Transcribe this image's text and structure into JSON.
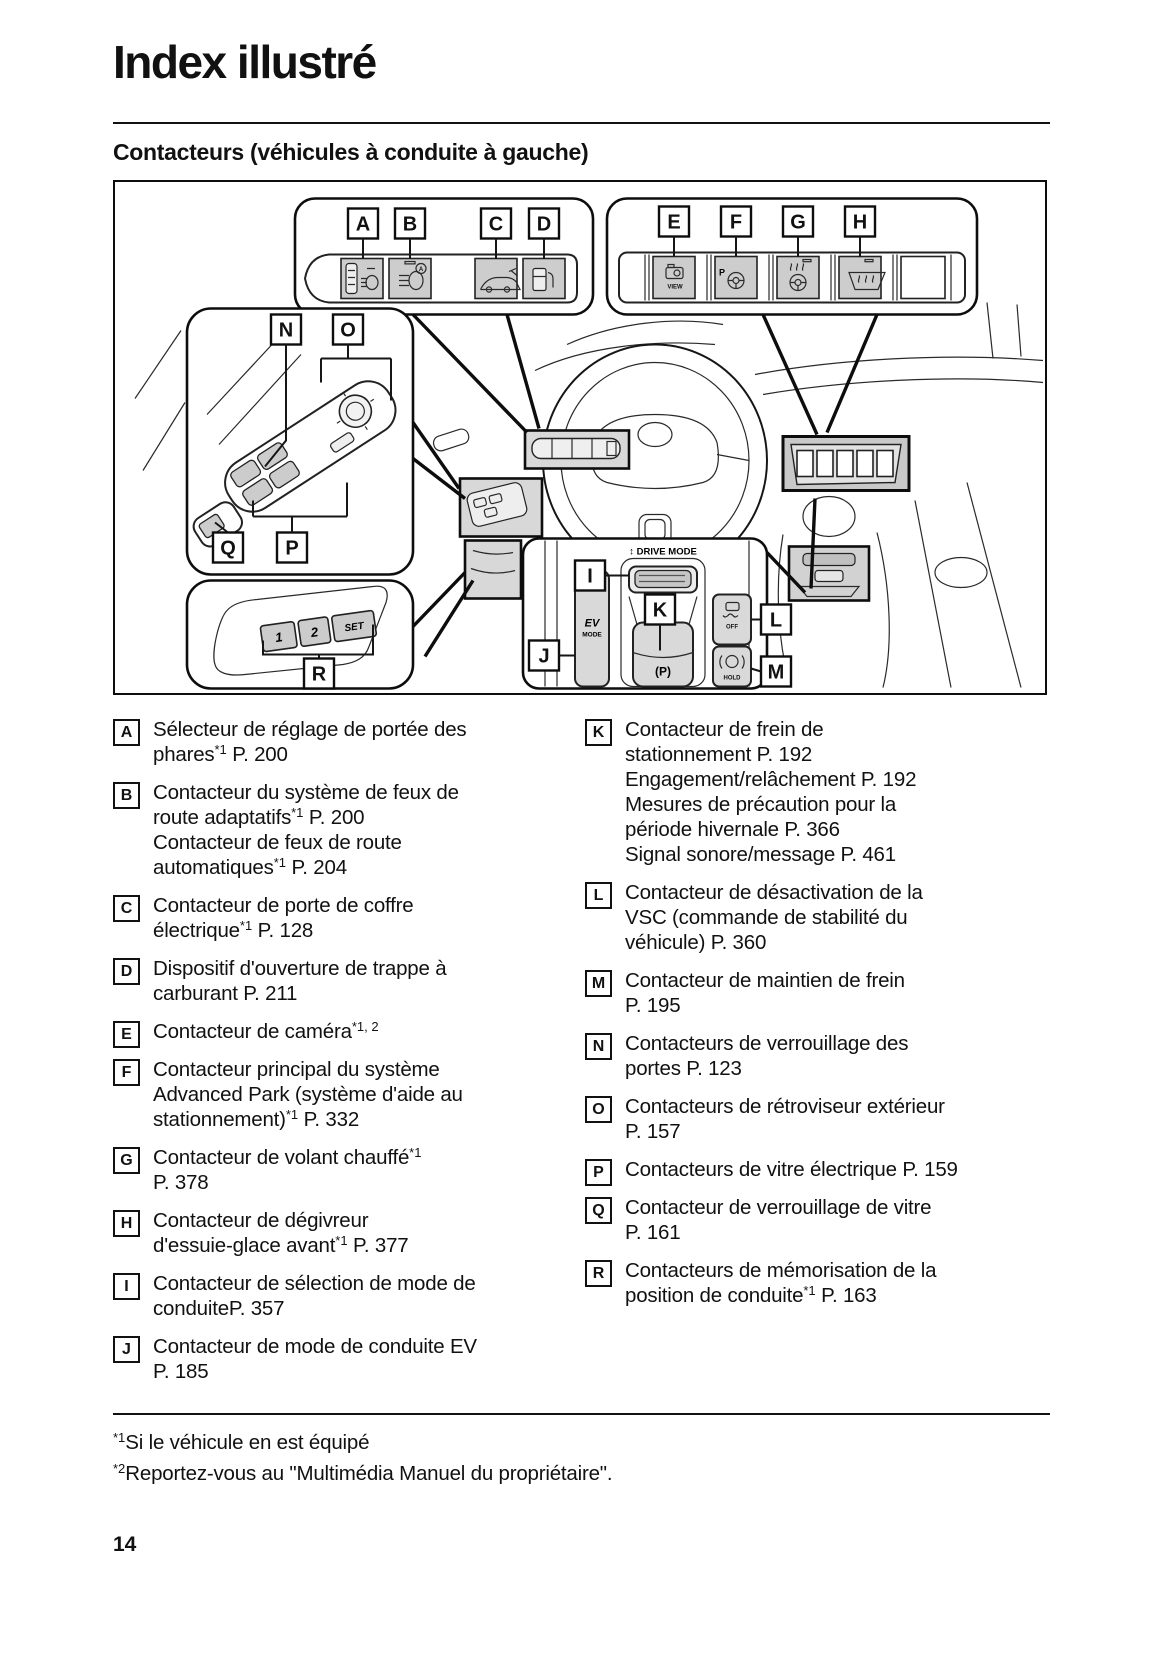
{
  "page": {
    "title": "Index illustré",
    "section_heading": "Contacteurs (véhicules à conduite à gauche)",
    "page_number": "14"
  },
  "diagram": {
    "callouts": {
      "A": "A",
      "B": "B",
      "C": "C",
      "D": "D",
      "E": "E",
      "F": "F",
      "G": "G",
      "H": "H",
      "I": "I",
      "J": "J",
      "K": "K",
      "L": "L",
      "M": "M",
      "N": "N",
      "O": "O",
      "P": "P",
      "Q": "Q",
      "R": "R"
    },
    "texts": {
      "drive_mode": "↕ DRIVE MODE",
      "ev_line1": "EV",
      "ev_line2": "MODE",
      "parking_brake": "(P)",
      "vsc_off": "OFF",
      "hold": "HOLD",
      "camera_view": "VIEW",
      "steering_p": "P",
      "auto_a": "A",
      "seat_memory": [
        "2",
        "1",
        "SET"
      ]
    }
  },
  "legend": {
    "left": [
      {
        "key": "A",
        "text": "Sélecteur de réglage de portée des\nphares^{*1} P. 200"
      },
      {
        "key": "B",
        "text": "Contacteur du système de feux de\nroute adaptatifs^{*1} P. 200\nContacteur de feux de route\nautomatiques^{*1} P. 204"
      },
      {
        "key": "C",
        "text": "Contacteur de porte de coffre\nélectrique^{*1} P. 128"
      },
      {
        "key": "D",
        "text": "Dispositif d'ouverture de trappe à\ncarburant P. 211"
      },
      {
        "key": "E",
        "text": "Contacteur de caméra^{*1, 2}"
      },
      {
        "key": "F",
        "text": "Contacteur principal du système\nAdvanced Park (système d'aide au\nstationnement)^{*1} P. 332"
      },
      {
        "key": "G",
        "text": "Contacteur de volant chauffé^{*1}\nP. 378"
      },
      {
        "key": "H",
        "text": "Contacteur de dégivreur\nd'essuie-glace avant^{*1} P. 377"
      },
      {
        "key": "I",
        "text": "Contacteur de sélection de mode de\nconduiteP. 357"
      },
      {
        "key": "J",
        "text": "Contacteur de mode de conduite EV\nP. 185"
      }
    ],
    "right": [
      {
        "key": "K",
        "text": "Contacteur de frein de\nstationnement P. 192\nEngagement/relâchement P. 192\nMesures de précaution pour la\npériode hivernale P. 366\nSignal sonore/message P. 461"
      },
      {
        "key": "L",
        "text": "Contacteur de désactivation de la\nVSC (commande de stabilité du\nvéhicule) P. 360"
      },
      {
        "key": "M",
        "text": "Contacteur de maintien de frein\nP. 195"
      },
      {
        "key": "N",
        "text": "Contacteurs de verrouillage des\nportes P. 123"
      },
      {
        "key": "O",
        "text": "Contacteurs de rétroviseur extérieur\nP. 157"
      },
      {
        "key": "P",
        "text": "Contacteurs de vitre électrique P. 159"
      },
      {
        "key": "Q",
        "text": "Contacteur de verrouillage de vitre\nP. 161"
      },
      {
        "key": "R",
        "text": "Contacteurs de mémorisation de la\nposition de conduite^{*1} P. 163"
      }
    ]
  },
  "footnotes": [
    {
      "marker": "*1",
      "text": "Si le véhicule en est équipé"
    },
    {
      "marker": "*2",
      "text": "Reportez-vous au \"Multimédia Manuel du propriétaire\"."
    }
  ]
}
